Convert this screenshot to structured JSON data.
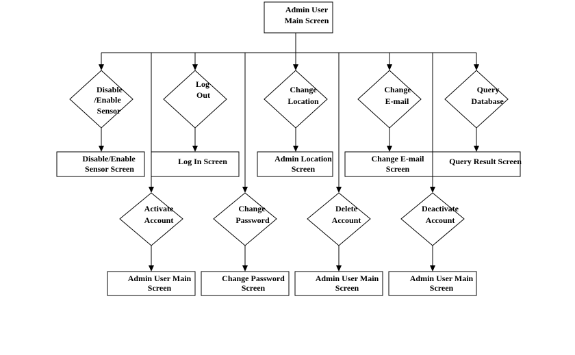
{
  "root": {
    "lines": [
      "Admin User",
      "Main Screen"
    ]
  },
  "decisions": [
    {
      "id": "disable-enable-sensor",
      "lines": [
        "Disable",
        "/Enable",
        "Sensor"
      ]
    },
    {
      "id": "log-out",
      "lines": [
        "Log",
        "Out"
      ]
    },
    {
      "id": "change-location",
      "lines": [
        "Change",
        "Location"
      ]
    },
    {
      "id": "change-email",
      "lines": [
        "Change",
        "E-mail"
      ]
    },
    {
      "id": "query-database",
      "lines": [
        "Query",
        "Database"
      ]
    },
    {
      "id": "activate-account",
      "lines": [
        "Activate",
        "Account"
      ]
    },
    {
      "id": "change-password",
      "lines": [
        "Change",
        "Password"
      ]
    },
    {
      "id": "delete-account",
      "lines": [
        "Delete",
        "Account"
      ]
    },
    {
      "id": "deactivate-account",
      "lines": [
        "Deactivate",
        "Account"
      ]
    }
  ],
  "screens": [
    {
      "id": "disable-enable-sensor-screen",
      "lines": [
        "Disable/Enable",
        "Sensor Screen"
      ]
    },
    {
      "id": "log-in-screen",
      "lines": [
        "Log In Screen"
      ]
    },
    {
      "id": "admin-location-screen",
      "lines": [
        "Admin Location",
        "Screen"
      ]
    },
    {
      "id": "change-email-screen",
      "lines": [
        "Change E-mail",
        "Screen"
      ]
    },
    {
      "id": "query-result-screen",
      "lines": [
        "Query Result Screen"
      ]
    },
    {
      "id": "admin-user-main-screen-1",
      "lines": [
        "Admin User Main",
        "Screen"
      ]
    },
    {
      "id": "change-password-screen",
      "lines": [
        "Change Password",
        "Screen"
      ]
    },
    {
      "id": "admin-user-main-screen-2",
      "lines": [
        "Admin User Main",
        "Screen"
      ]
    },
    {
      "id": "admin-user-main-screen-3",
      "lines": [
        "Admin User Main",
        "Screen"
      ]
    }
  ]
}
